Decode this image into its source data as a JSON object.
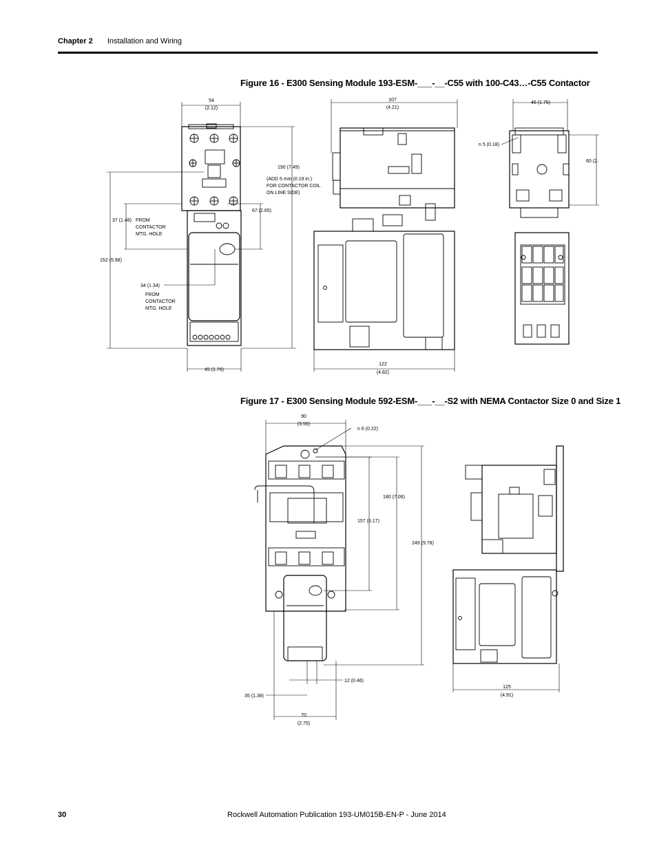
{
  "header": {
    "chapter": "Chapter 2",
    "section": "Installation and Wiring"
  },
  "figure16": {
    "title": "Figure 16 - E300 Sensing Module 193-ESM-___-__-C55 with 100-C43…-C55 Contactor",
    "dims": {
      "top_width_mm": "54",
      "top_width_in": "(2.12)",
      "height190": "190 (7.49)",
      "note_line1": "(ADD 5 mm (0.19 in.)",
      "note_line2": "FOR CONTACTOR COIL",
      "note_line3": "ON LINE SIDE)",
      "d67": "67 (2.65)",
      "d37": "37 (1.48)",
      "from1_l1": "FROM",
      "from1_l2": "CONTACTOR",
      "from1_l3": "MTG. HOLE",
      "d152": "152 (5.98)",
      "d34": "34 (1.34)",
      "from2_l1": "FROM",
      "from2_l2": "CONTACTOR",
      "from2_l3": "MTG. HOLE",
      "bottom45": "45 (1.76)",
      "side107_mm": "107",
      "side107_in": "(4.21)",
      "side122_mm": "122",
      "side122_in": "(4.82)",
      "right45": "45 (1.75)",
      "n5": "n 5 (0.18)",
      "d60": "60 (2."
    }
  },
  "figure17": {
    "title": "Figure 17 - E300 Sensing Module 592-ESM-___-__-S2 with NEMA Contactor Size 0 and Size 1",
    "dims": {
      "d90_mm": "90",
      "d90_in": "(3.56)",
      "n6": "n 6 (0.22)",
      "d180": "180 (7.06)",
      "d157": "157 (6.17)",
      "d249": "249 (9.78)",
      "d12": "12 (0.46)",
      "d35": "35 (1.38)",
      "d70_mm": "70",
      "d70_in": "(2.75)",
      "d125_mm": "125",
      "d125_in": "(4.91)"
    }
  },
  "footer": {
    "page": "30",
    "publication": "Rockwell Automation Publication 193-UM015B-EN-P - June 2014"
  }
}
